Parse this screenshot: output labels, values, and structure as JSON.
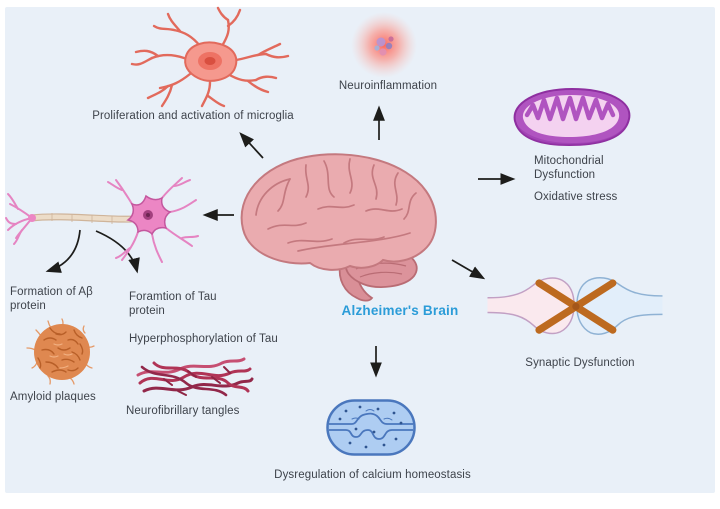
{
  "title": "Alzheimer's Brain pathology diagram",
  "colors": {
    "background": "#e9f0f8",
    "page_border": "#ffffff",
    "text": "#3e434b",
    "brain_label_blue": "#2b9cd8",
    "arrow": "#1d1d1b",
    "brain_pink": "#eaabaf",
    "microglia_salmon": "#f5998e",
    "mitochondria_purple": "#b054c0",
    "neuron_pink": "#ec86c4",
    "amyloid_orange": "#df8850",
    "tangle_crimson": "#b03456",
    "synapse_x_orange": "#bd6a1f",
    "calcium_blue": "#aecdf2"
  },
  "center": {
    "label": "Alzheimer's Brain",
    "icon": "brain-illustration"
  },
  "nodes": {
    "microglia": {
      "label": "Proliferation and activation of microglia",
      "icon": "microglia-cell-illustration"
    },
    "neuroinflammation": {
      "label": "Neuroinflammation",
      "icon": "inflamed-glow-cell-illustration"
    },
    "mitochondria": {
      "label": "Mitochondrial Dysfunction",
      "label_secondary": "Oxidative stress",
      "icon": "mitochondrion-illustration"
    },
    "neuron": {
      "icon": "neuron-illustration"
    },
    "amyloid": {
      "pathway_label": "Formation of Aβ protein",
      "label": "Amyloid plaques",
      "icon": "amyloid-plaque-illustration"
    },
    "tau": {
      "pathway_label": "Foramtion of Tau protein",
      "process_label": "Hyperphosphorylation of Tau",
      "label": "Neurofibrillary tangles",
      "icon": "neurofibrillary-tangles-illustration"
    },
    "synapse": {
      "label": "Synaptic Dysfunction",
      "icon": "crossed-synapse-illustration"
    },
    "calcium": {
      "label": "Dysregulation of calcium homeostasis",
      "icon": "calcium-cell-illustration"
    }
  }
}
